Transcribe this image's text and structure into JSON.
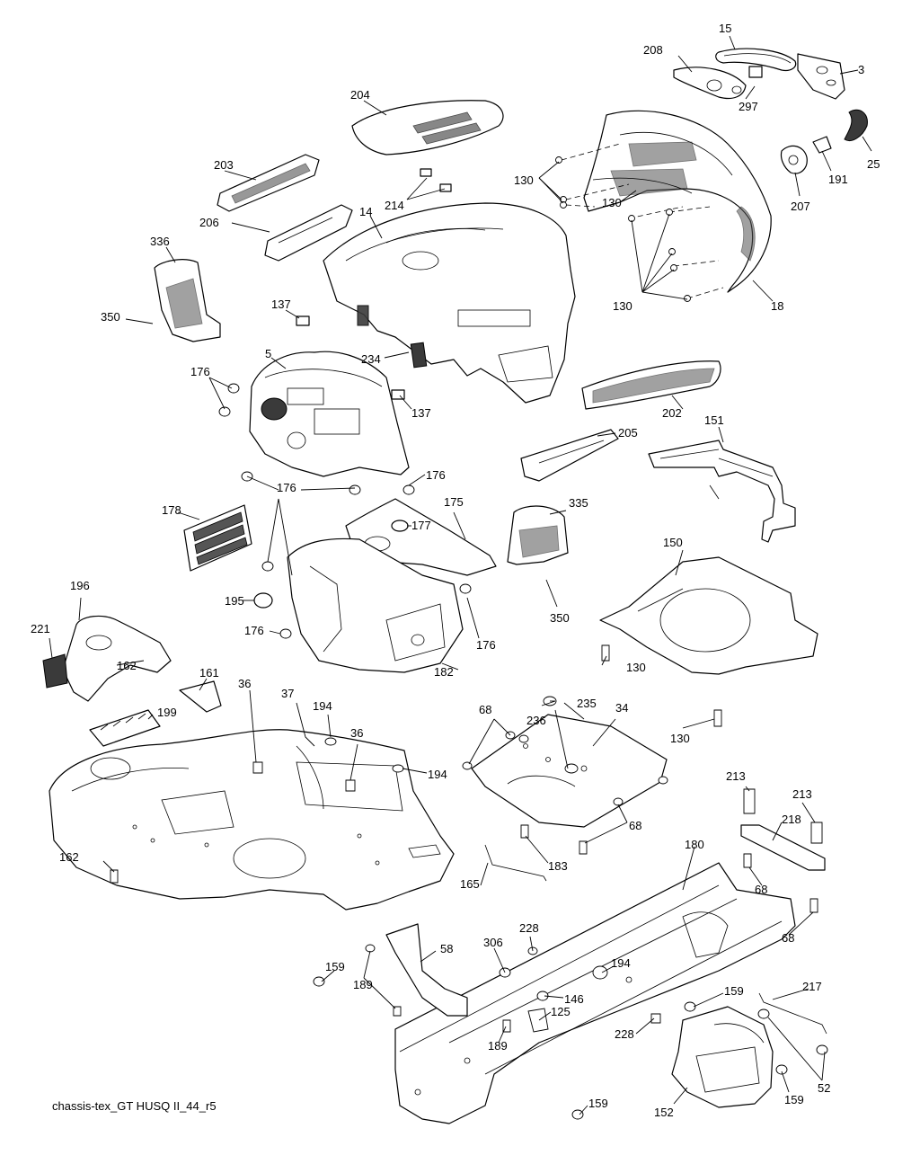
{
  "caption": "chassis-tex_GT HUSQ II_44_r5",
  "callouts": {
    "c15": "15",
    "c208": "208",
    "c3": "3",
    "c297": "297",
    "c25": "25",
    "c207": "207",
    "c191": "191",
    "c204": "204",
    "c203": "203",
    "c214": "214",
    "c14": "14",
    "c206": "206",
    "c130a": "130",
    "c130b": "130",
    "c130c": "130",
    "c18": "18",
    "c336": "336",
    "c350a": "350",
    "c137a": "137",
    "c137b": "137",
    "c234": "234",
    "c5": "5",
    "c176a": "176",
    "c176b": "176",
    "c176c": "176",
    "c176d": "176",
    "c176e": "176",
    "c202": "202",
    "c205": "205",
    "c151": "151",
    "c178": "178",
    "c175": "175",
    "c177": "177",
    "c335": "335",
    "c350b": "350",
    "c150": "150",
    "c130d": "130",
    "c130e": "130",
    "c196": "196",
    "c221": "221",
    "c162a": "162",
    "c195": "195",
    "c182": "182",
    "c161": "161",
    "c199": "199",
    "c36a": "36",
    "c37": "37",
    "c194a": "194",
    "c36b": "36",
    "c194b": "194",
    "c68a": "68",
    "c235": "235",
    "c236": "236",
    "c34": "34",
    "c68b": "68",
    "c183": "183",
    "c162b": "162",
    "c165": "165",
    "c213a": "213",
    "c213b": "213",
    "c218": "218",
    "c68c": "68",
    "c68d": "68",
    "c180": "180",
    "c228a": "228",
    "c58": "58",
    "c306": "306",
    "c194c": "194",
    "c159a": "159",
    "c189a": "189",
    "c146": "146",
    "c125": "125",
    "c228b": "228",
    "c189b": "189",
    "c159b": "159",
    "c217": "217",
    "c52": "52",
    "c159c": "159",
    "c152": "152",
    "c159d": "159"
  }
}
